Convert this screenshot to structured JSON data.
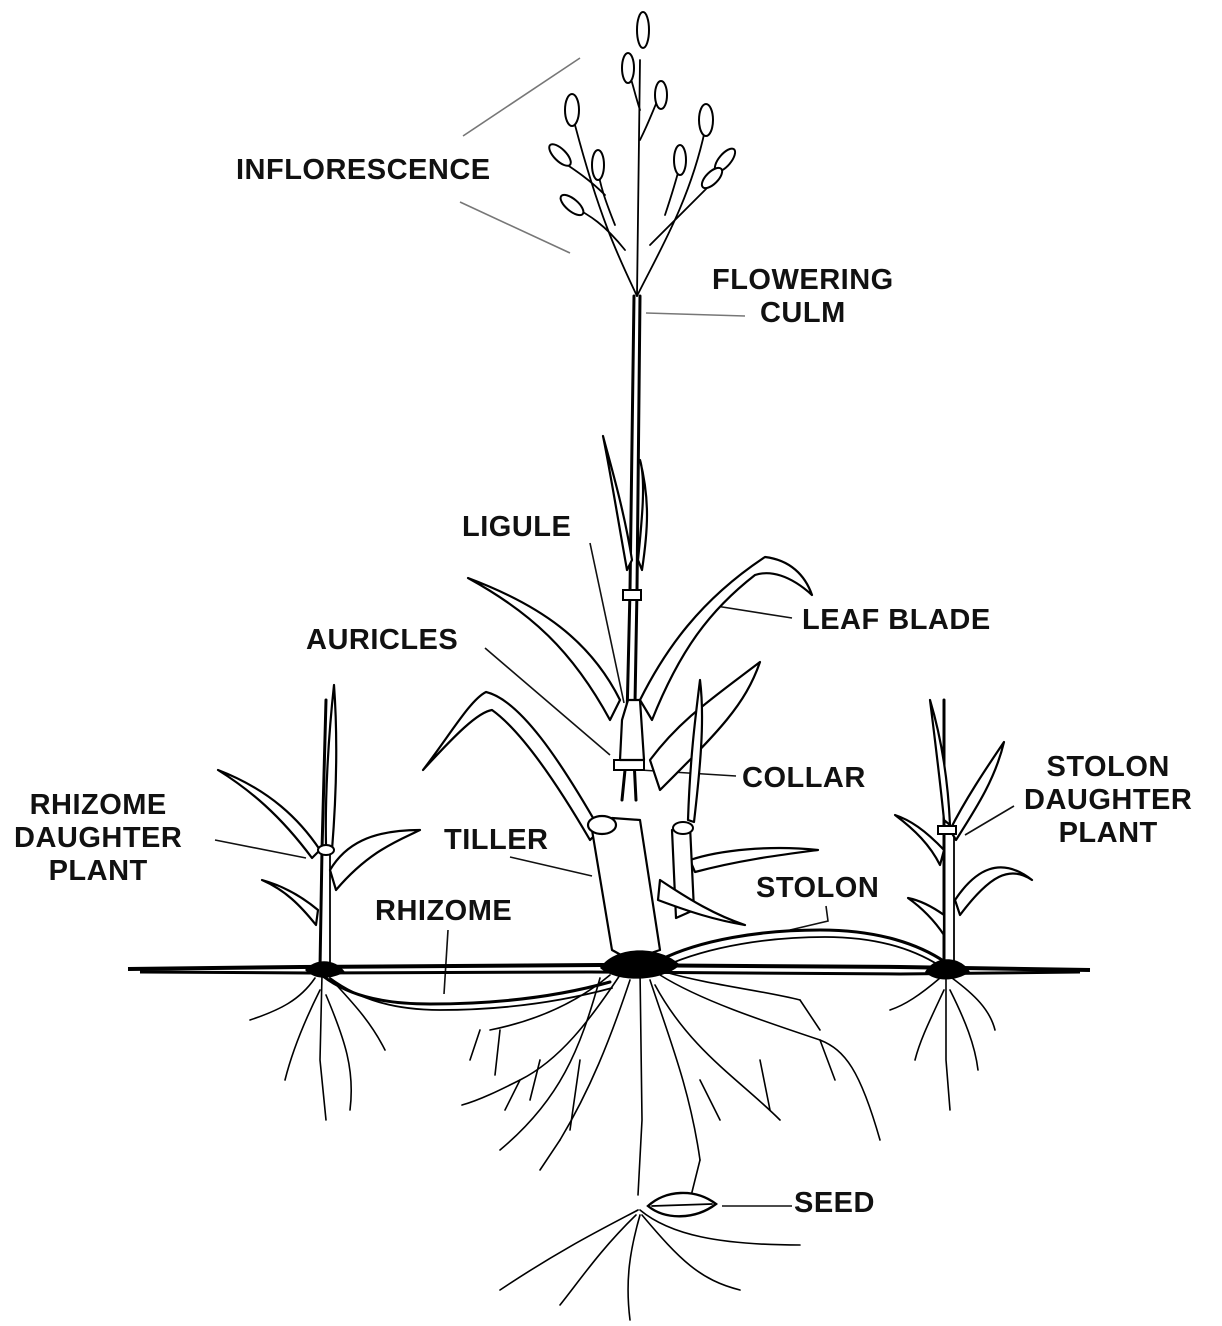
{
  "labels": {
    "inflorescence": "INFLORESCENCE",
    "flowering_culm": [
      "FLOWERING",
      "CULM"
    ],
    "ligule": "LIGULE",
    "leaf_blade": "LEAF BLADE",
    "auricles": "AURICLES",
    "collar": "COLLAR",
    "rhizome_daughter_plant": [
      "RHIZOME",
      "DAUGHTER",
      "PLANT"
    ],
    "tiller": "TILLER",
    "stolon_daughter_plant": [
      "STOLON",
      "DAUGHTER",
      "PLANT"
    ],
    "stolon": "STOLON",
    "rhizome": "RHIZOME",
    "seed": "SEED"
  }
}
